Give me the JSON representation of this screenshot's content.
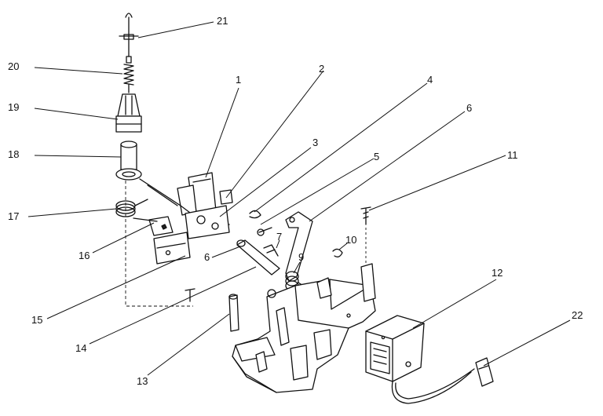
{
  "diagram": {
    "part_labels": [
      "1",
      "2",
      "3",
      "4",
      "5",
      "6",
      "6",
      "7",
      "9",
      "10",
      "11",
      "12",
      "13",
      "14",
      "15",
      "16",
      "17",
      "18",
      "19",
      "20",
      "21",
      "22"
    ]
  }
}
